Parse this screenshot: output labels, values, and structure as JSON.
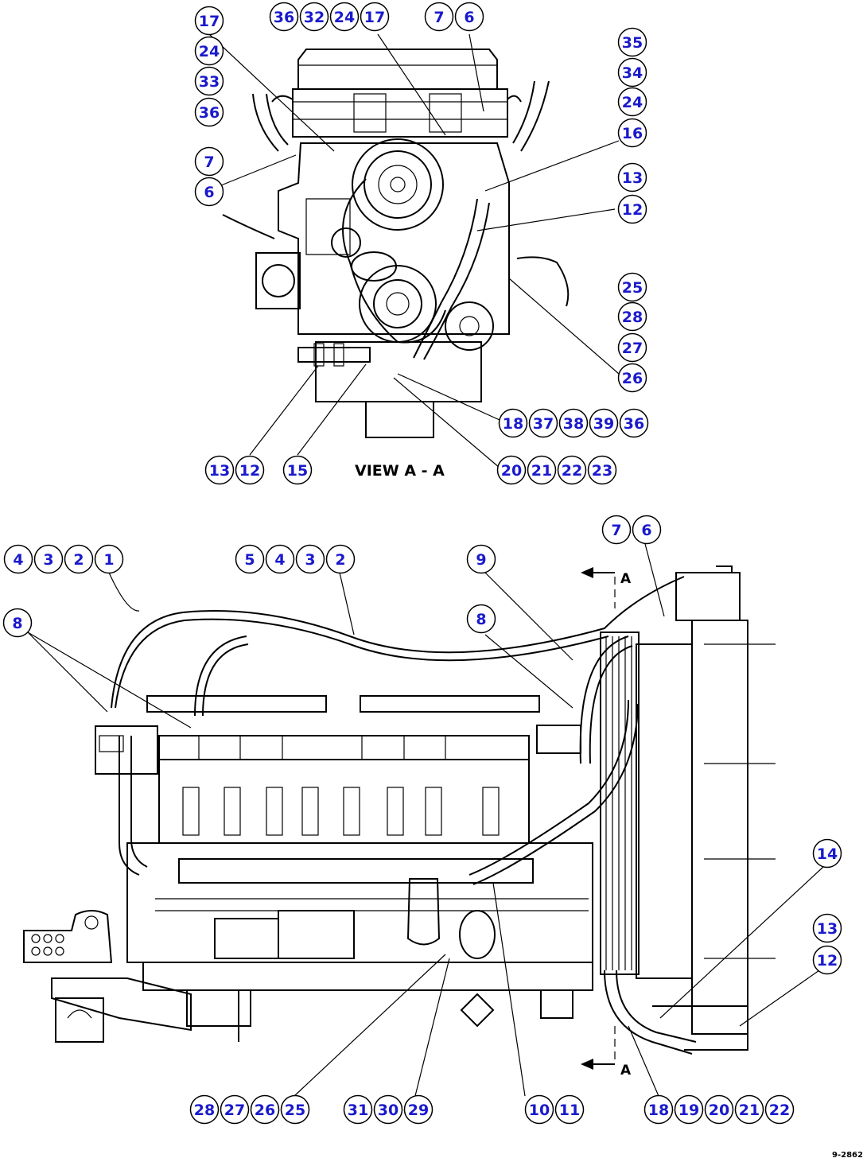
{
  "view_caption": "VIEW A - A",
  "section_mark_top": "A",
  "section_mark_bottom": "A",
  "code": "9-2862",
  "balloon_color": "#1a1acc",
  "balloon_groups": [
    {
      "id": "g01",
      "labels": [
        "36",
        "32",
        "24",
        "17"
      ]
    },
    {
      "id": "g02",
      "labels": [
        "7",
        "6"
      ]
    },
    {
      "id": "g03",
      "labels": [
        "17"
      ]
    },
    {
      "id": "g04",
      "labels": [
        "24"
      ]
    },
    {
      "id": "g05",
      "labels": [
        "33"
      ]
    },
    {
      "id": "g06",
      "labels": [
        "36"
      ]
    },
    {
      "id": "g07",
      "labels": [
        "7"
      ]
    },
    {
      "id": "g08",
      "labels": [
        "6"
      ]
    },
    {
      "id": "g09",
      "labels": [
        "35"
      ]
    },
    {
      "id": "g10",
      "labels": [
        "34"
      ]
    },
    {
      "id": "g11",
      "labels": [
        "24"
      ]
    },
    {
      "id": "g12",
      "labels": [
        "16"
      ]
    },
    {
      "id": "g13",
      "labels": [
        "13"
      ]
    },
    {
      "id": "g14",
      "labels": [
        "12"
      ]
    },
    {
      "id": "g15",
      "labels": [
        "25"
      ]
    },
    {
      "id": "g16",
      "labels": [
        "28"
      ]
    },
    {
      "id": "g17",
      "labels": [
        "27"
      ]
    },
    {
      "id": "g18",
      "labels": [
        "26"
      ]
    },
    {
      "id": "g19",
      "labels": [
        "18",
        "37",
        "38",
        "39",
        "36"
      ]
    },
    {
      "id": "g20",
      "labels": [
        "13",
        "12"
      ]
    },
    {
      "id": "g21",
      "labels": [
        "15"
      ]
    },
    {
      "id": "g22",
      "labels": [
        "20",
        "21",
        "22",
        "23"
      ]
    },
    {
      "id": "g23",
      "labels": [
        "7",
        "6"
      ]
    },
    {
      "id": "g24",
      "labels": [
        "4",
        "3",
        "2",
        "1"
      ]
    },
    {
      "id": "g25",
      "labels": [
        "5",
        "4",
        "3",
        "2"
      ]
    },
    {
      "id": "g26",
      "labels": [
        "9"
      ]
    },
    {
      "id": "g27",
      "labels": [
        "8"
      ]
    },
    {
      "id": "g28",
      "labels": [
        "8"
      ]
    },
    {
      "id": "g29",
      "labels": [
        "14"
      ]
    },
    {
      "id": "g30",
      "labels": [
        "13"
      ]
    },
    {
      "id": "g31",
      "labels": [
        "12"
      ]
    },
    {
      "id": "g32",
      "labels": [
        "28",
        "27",
        "26",
        "25"
      ]
    },
    {
      "id": "g33",
      "labels": [
        "31",
        "30",
        "29"
      ]
    },
    {
      "id": "g34",
      "labels": [
        "10",
        "11"
      ]
    },
    {
      "id": "g35",
      "labels": [
        "18",
        "19",
        "20",
        "21",
        "22"
      ]
    }
  ]
}
